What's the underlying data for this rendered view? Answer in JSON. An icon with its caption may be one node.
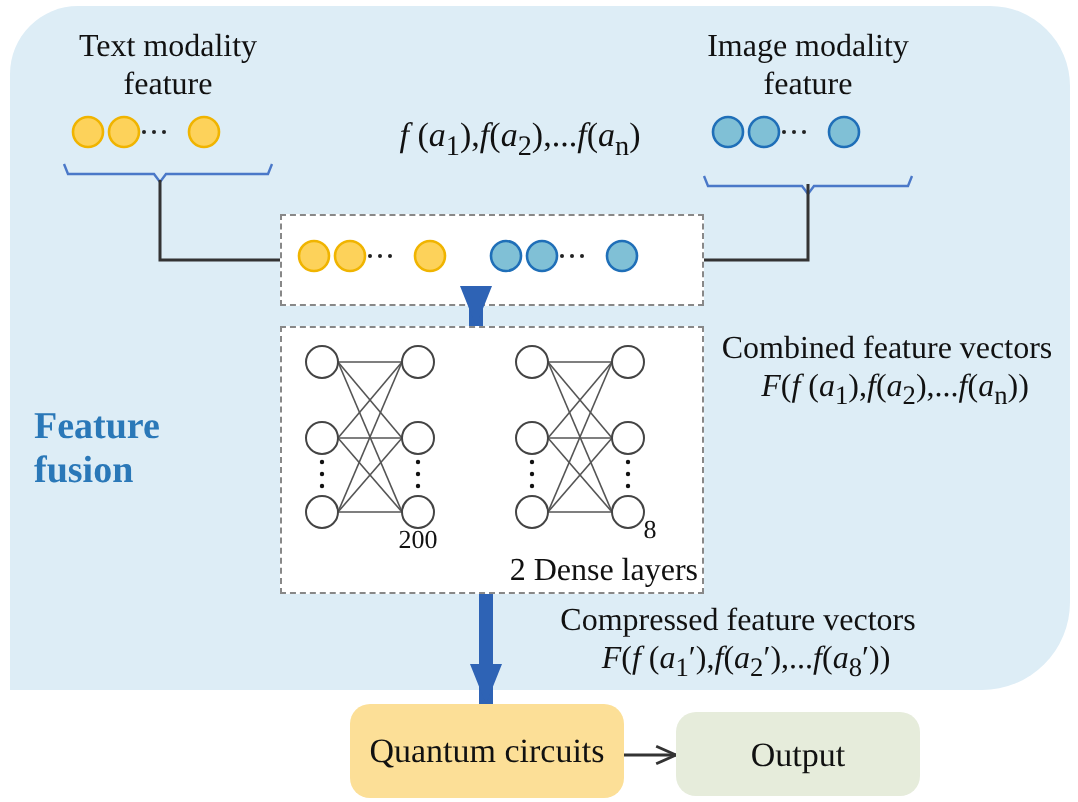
{
  "diagram": {
    "nodes": [
      {
        "text": [
          "Feature fusion"
        ]
      },
      {
        "text": [
          "Text modality feature"
        ],
        "in": 0
      },
      {
        "text": [
          "Image modality feature"
        ],
        "in": 0
      },
      {
        "text": [],
        "shape": "box",
        "in": 0,
        "beside": [
          "Combined feature vectors",
          "*F*(*f* (*a*$_{1}$),*f*(*a*$_{2}$),...*f*(*a*$_{n}$))"
        ]
      },
      {
        "text": [
          "2 Dense layers"
        ],
        "in": 0,
        "beside": [
          "Compressed feature vectors",
          "*F*(*f* (*a*$_{1}$′),*f*(*a*$_{2}$′),...*f*(*a*$_{8}$′))"
        ]
      },
      {
        "text": [
          "Quantum circuits"
        ]
      },
      {
        "text": [
          "Output"
        ]
      }
    ],
    "edges": [
      {
        "from": 1,
        "to": 3,
        "arrow": "none"
      },
      {
        "from": 2,
        "to": 3,
        "arrow": "none"
      },
      {
        "from": 3,
        "to": 4,
        "arrow": "to",
        "style": "thick",
        "color": "#2e63b5"
      },
      {
        "from": 4,
        "to": 5,
        "arrow": "to",
        "style": "thick",
        "color": "#2e63b5"
      },
      {
        "from": 5,
        "to": 6,
        "arrow": "to"
      }
    ],
    "labels": [
      "*f* (*a*$_{1}$),*f*(*a*$_{2}$),...*f*(*a*$_{n}$)",
      "200",
      "8"
    ]
  }
}
